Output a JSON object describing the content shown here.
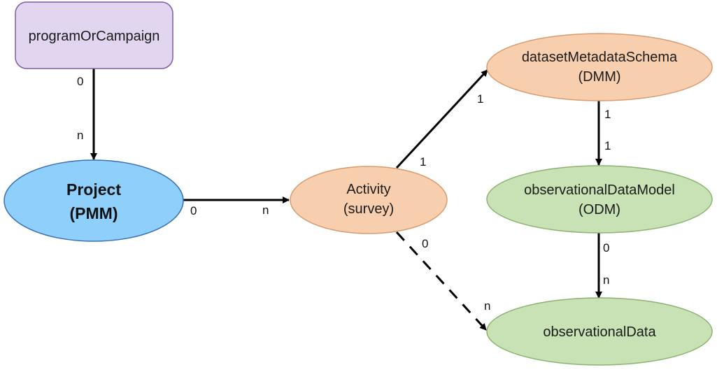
{
  "colors": {
    "purple_fill": "#e1d5f0",
    "purple_stroke": "#7e5ca6",
    "blue_fill": "#8ecffc",
    "blue_stroke": "#3a6fb0",
    "orange_fill": "#f8cfae",
    "orange_stroke": "#d79b6f",
    "green_fill": "#c8e2b5",
    "green_stroke": "#8bb36f",
    "edge": "#000000"
  },
  "nodes": {
    "program": {
      "label": "programOrCampaign"
    },
    "project": {
      "line1": "Project",
      "line2": "(PMM)"
    },
    "activity": {
      "line1": "Activity",
      "line2": "(survey)"
    },
    "dmm": {
      "line1": "datasetMetadataSchema",
      "line2": "(DMM)"
    },
    "odm": {
      "line1": "observationalDataModel",
      "line2": "(ODM)"
    },
    "obs": {
      "label": "observationalData"
    }
  },
  "edges": {
    "program_project": {
      "from_card": "0",
      "to_card": "n"
    },
    "project_activity": {
      "from_card": "0",
      "to_card": "n"
    },
    "activity_dmm": {
      "from_card": "1",
      "to_card": "1"
    },
    "dmm_odm": {
      "from_card": "1",
      "to_card": "1"
    },
    "odm_obs": {
      "from_card": "0",
      "to_card": "n"
    },
    "activity_obs": {
      "from_card": "0",
      "to_card": "n",
      "style": "dashed"
    }
  }
}
